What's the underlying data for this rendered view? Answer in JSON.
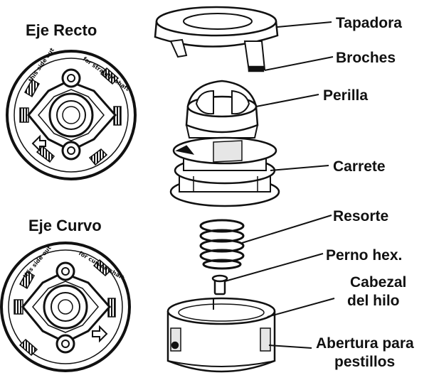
{
  "diagram": {
    "variants": {
      "straight": {
        "title": "Eje Recto",
        "disc_text_1": "this side out",
        "disc_text_2": "for straight shaft"
      },
      "curved": {
        "title": "Eje Curvo",
        "disc_text_1": "this side out",
        "disc_text_2": "for curved shaft"
      }
    },
    "parts": [
      {
        "id": "tapadora",
        "lines": [
          "Tapadora"
        ]
      },
      {
        "id": "broches",
        "lines": [
          "Broches"
        ]
      },
      {
        "id": "perilla",
        "lines": [
          "Perilla"
        ]
      },
      {
        "id": "carrete",
        "lines": [
          "Carrete"
        ]
      },
      {
        "id": "resorte",
        "lines": [
          "Resorte"
        ]
      },
      {
        "id": "perno",
        "lines": [
          "Perno hex."
        ]
      },
      {
        "id": "cabezal",
        "lines": [
          "Cabezal",
          "del hilo"
        ]
      },
      {
        "id": "abertura",
        "lines": [
          "Abertura para",
          "pestillos"
        ]
      }
    ],
    "colors": {
      "ink": "#111111",
      "paper": "#ffffff",
      "shade": "#e6e6e6"
    }
  }
}
